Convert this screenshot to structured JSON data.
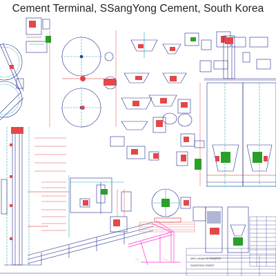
{
  "title": "Cement Terminal, SSangYong Cement, South Korea",
  "colors": {
    "outline": "#1f2a8a",
    "dimension": "#d81b1b",
    "centerline": "#1aa9b8",
    "motor": "#e34848",
    "equipment": "#2aa02a",
    "ship_loader": "#ff2bd6",
    "label_block": "#3b3bd0"
  },
  "title_block": {
    "row1": "SHIP LOADING & TRANSFER",
    "row2": "SSANGYONG CEMENT"
  }
}
